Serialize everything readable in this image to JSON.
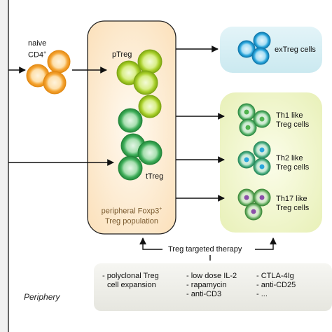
{
  "labels": {
    "naive_line1": "naive",
    "naive_line2": "CD4",
    "naive_sup": "+",
    "ptreg": "pTreg",
    "ttreg": "tTreg",
    "extreg": "exTreg cells",
    "th1_line1": "Th1 like",
    "th1_line2": "Treg cells",
    "th2_line1": "Th2 like",
    "th2_line2": "Treg cells",
    "th17_line1": "Th17 like",
    "th17_line2": "Treg cells",
    "population_line1": "peripheral Foxp3",
    "population_sup": "+",
    "population_line2": "Treg population",
    "therapy_title": "Treg targeted therapy",
    "periphery": "Periphery"
  },
  "therapy": {
    "col1": [
      "- polyclonal Treg",
      "  cell expansion"
    ],
    "col2": [
      "- low dose IL-2",
      "- rapamycin",
      "- anti-CD3"
    ],
    "col3": [
      "- CTLA-4Ig",
      "- anti-CD25",
      "- ..."
    ]
  },
  "colors": {
    "naive": "#f5a533",
    "ptreg": "#a8cf2a",
    "ttreg": "#3fae5a",
    "extreg": "#2aa6dc",
    "th1_dot": "#4fb34f",
    "th2_dot": "#2aa6dc",
    "th17_dot": "#8a4fa8",
    "population_box": "#fbe3c2",
    "extreg_box": "#d6eef3",
    "th_box": "#eef4c3",
    "therapy_box": "#eeeeea"
  }
}
